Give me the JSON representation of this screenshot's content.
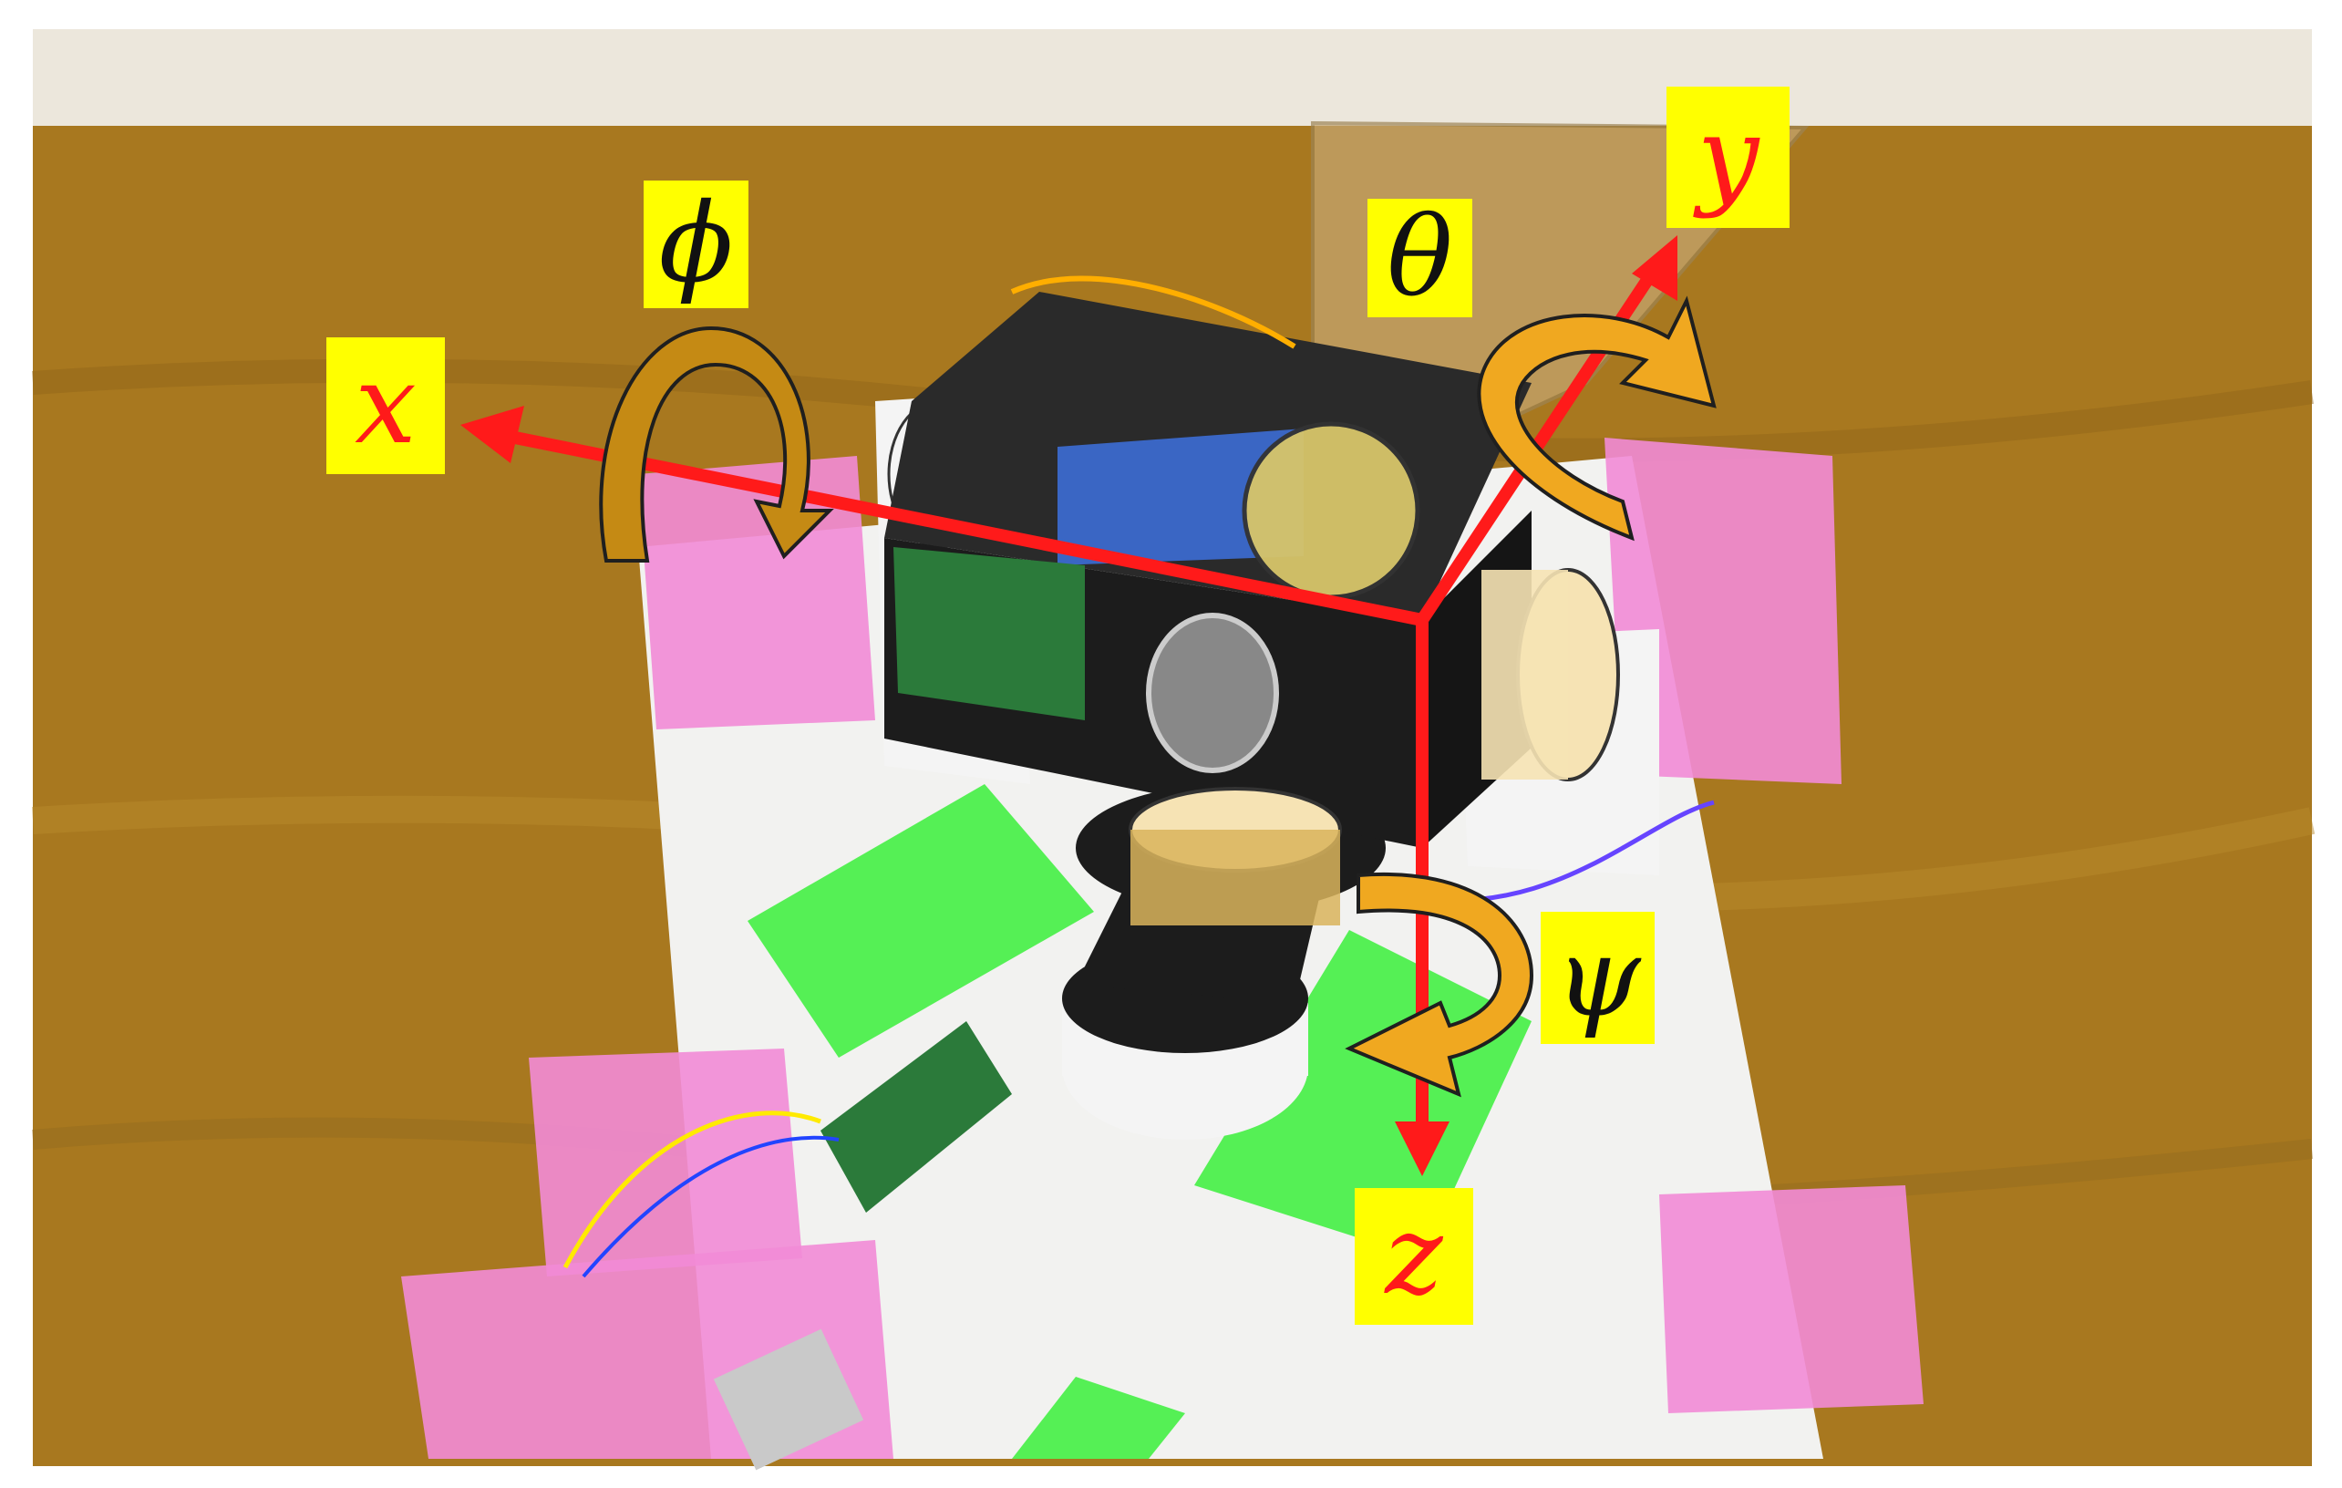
{
  "axes": {
    "x": {
      "label": "x"
    },
    "y": {
      "label": "y"
    },
    "z": {
      "label": "z"
    }
  },
  "rotations": {
    "phi": {
      "label": "ϕ"
    },
    "theta": {
      "label": "θ"
    },
    "psi": {
      "label": "ψ"
    }
  },
  "colors": {
    "axis": "#ff1a1a",
    "rotation_arrow": "#c58a14",
    "rotation_arrow_light": "#f0a820",
    "label_bg": "#ffff00",
    "table": "#a8781f",
    "wall": "#ece7dc",
    "paper": "#f2f2f0",
    "tape_pink": "#f28bd6",
    "tape_green": "#39f03a",
    "robot_body": "#1c1c1c",
    "pcb": "#2b7a3a",
    "white_part": "#f4f4f4"
  },
  "icons": {
    "axis_arrowhead": "triangle-arrowhead",
    "rotation_arrow": "curved-arrow"
  }
}
